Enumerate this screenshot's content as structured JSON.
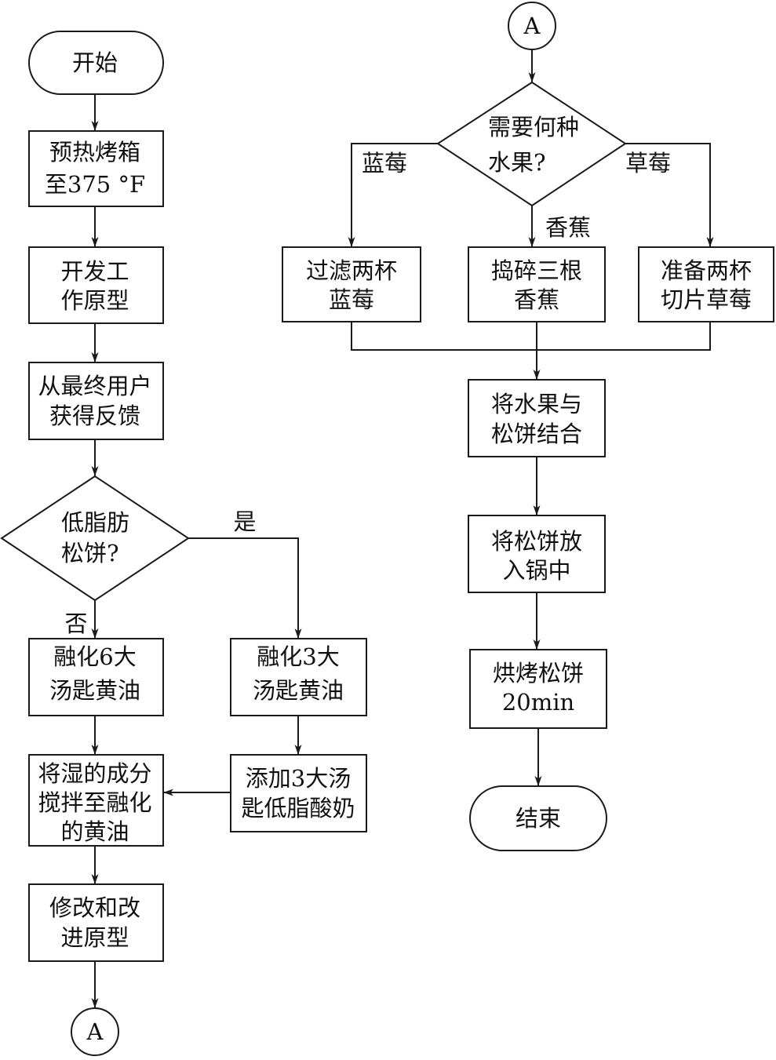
{
  "flowchart": {
    "left": {
      "start": {
        "label": "开始"
      },
      "preheat_oven": {
        "lines": [
          "预热烤箱",
          "至375 °F"
        ]
      },
      "develop_prototype": {
        "lines": [
          "开发工",
          "作原型"
        ]
      },
      "get_feedback": {
        "lines": [
          "从最终用户",
          "获得反馈"
        ]
      },
      "low_fat_decision": {
        "lines": [
          "低脂肪",
          "松饼?"
        ],
        "yes_label": "是",
        "no_label": "否"
      },
      "melt_6_tbsp": {
        "lines": [
          "融化6大",
          "汤匙黄油"
        ]
      },
      "melt_3_tbsp": {
        "lines": [
          "融化3大",
          "汤匙黄油"
        ]
      },
      "add_yogurt": {
        "lines": [
          "添加3大汤",
          "匙低脂酸奶"
        ]
      },
      "mix_wet": {
        "lines": [
          "将湿的成分",
          "搅拌至融化",
          "的黄油"
        ]
      },
      "revise_prototype": {
        "lines": [
          "修改和改",
          "进原型"
        ]
      },
      "connector_out": {
        "label": "A"
      }
    },
    "right": {
      "connector_in": {
        "label": "A"
      },
      "fruit_decision": {
        "lines": [
          "需要何种",
          "水果?"
        ],
        "left_label": "蓝莓",
        "middle_label": "香蕉",
        "right_label": "草莓"
      },
      "filter_blueberries": {
        "lines": [
          "过滤两杯",
          "蓝莓"
        ]
      },
      "mash_bananas": {
        "lines": [
          "捣碎三根",
          "香蕉"
        ]
      },
      "prepare_strawberries": {
        "lines": [
          "准备两杯",
          "切片草莓"
        ]
      },
      "combine_fruit": {
        "lines": [
          "将水果与",
          "松饼结合"
        ]
      },
      "put_in_pan": {
        "lines": [
          "将松饼放",
          "入锅中"
        ]
      },
      "bake": {
        "lines": [
          "烘烤松饼",
          "20min"
        ]
      },
      "end": {
        "label": "结束"
      }
    }
  }
}
